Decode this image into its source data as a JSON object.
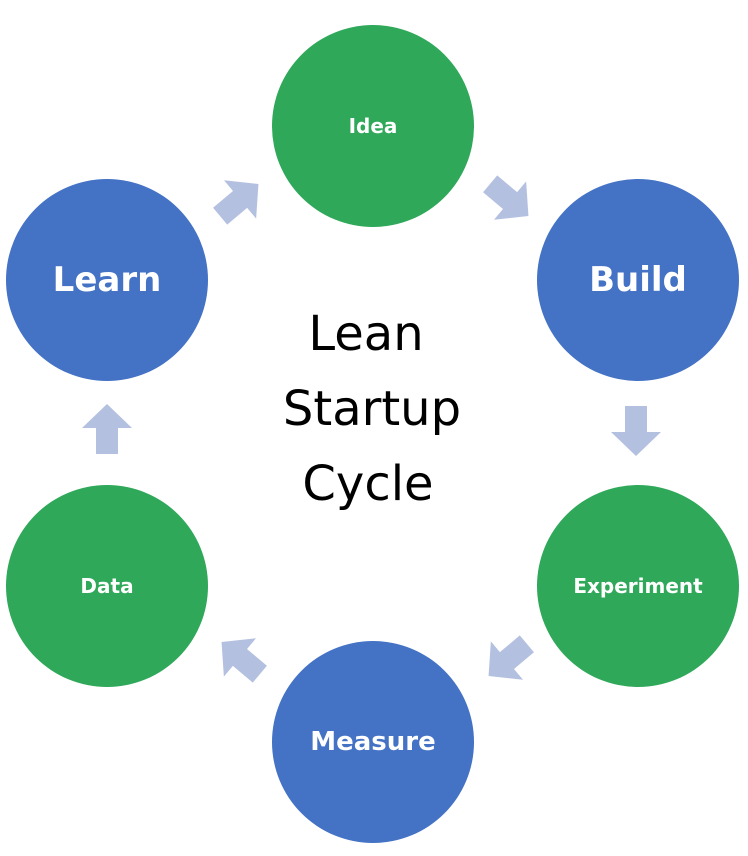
{
  "title": {
    "lines": [
      "Lean",
      "Startup",
      "Cycle"
    ]
  },
  "nodes": [
    {
      "id": "idea",
      "label": "Idea",
      "color": "#2fa85a"
    },
    {
      "id": "build",
      "label": "Build",
      "color": "#4472c4"
    },
    {
      "id": "experiment",
      "label": "Experiment",
      "color": "#2fa85a"
    },
    {
      "id": "measure",
      "label": "Measure",
      "color": "#4472c4"
    },
    {
      "id": "data",
      "label": "Data",
      "color": "#2fa85a"
    },
    {
      "id": "learn",
      "label": "Learn",
      "color": "#4472c4"
    }
  ],
  "arrow_color": "#b4c0e0",
  "cycle_order": [
    "idea",
    "build",
    "experiment",
    "measure",
    "data",
    "learn"
  ]
}
